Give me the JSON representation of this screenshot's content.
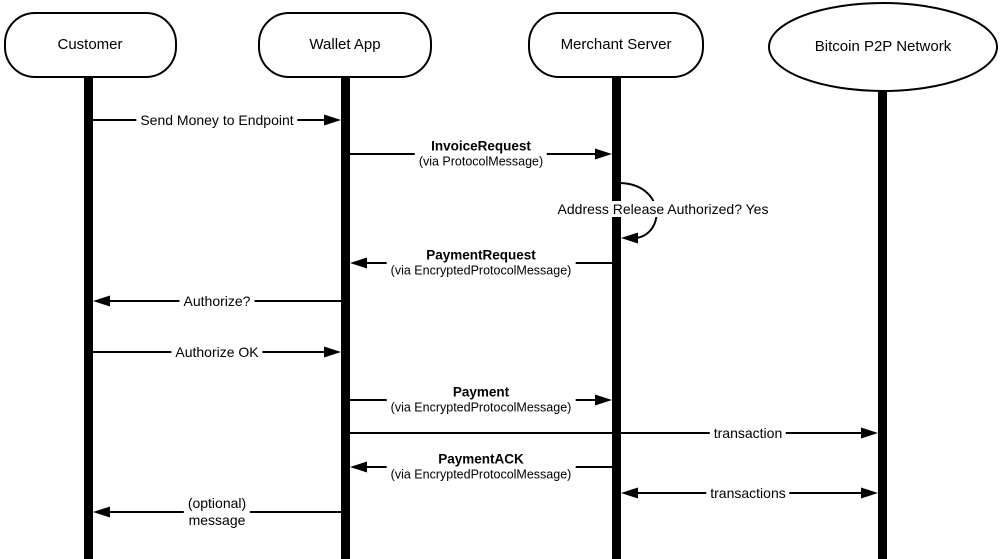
{
  "diagram": {
    "type": "uml-sequence-diagram",
    "background_color": "#ffffff",
    "line_color": "#000000"
  },
  "actors": [
    {
      "name": "Customer",
      "shape": "stadium"
    },
    {
      "name": "Wallet App",
      "shape": "stadium"
    },
    {
      "name": "Merchant Server",
      "shape": "stadium"
    },
    {
      "name": "Bitcoin P2P Network",
      "shape": "ellipse"
    }
  ],
  "messages": [
    {
      "label": "Send Money to Endpoint",
      "from": "Customer",
      "to": "Wallet App",
      "direction": "right"
    },
    {
      "title": "InvoiceRequest",
      "via": "(via ProtocolMessage)",
      "from": "Wallet App",
      "to": "Merchant Server",
      "direction": "right"
    },
    {
      "label": "Address Release Authorized? Yes",
      "from": "Merchant Server",
      "to": "Merchant Server",
      "type": "self-loop"
    },
    {
      "title": "PaymentRequest",
      "via": "(via EncryptedProtocolMessage)",
      "from": "Merchant Server",
      "to": "Wallet App",
      "direction": "left"
    },
    {
      "label": "Authorize?",
      "from": "Wallet App",
      "to": "Customer",
      "direction": "left"
    },
    {
      "label": "Authorize OK",
      "from": "Customer",
      "to": "Wallet App",
      "direction": "right"
    },
    {
      "title": "Payment",
      "via": "(via EncryptedProtocolMessage)",
      "from": "Wallet App",
      "to": "Merchant Server",
      "direction": "right"
    },
    {
      "label": "transaction",
      "from": "Wallet App",
      "to": "Bitcoin P2P Network",
      "direction": "right"
    },
    {
      "title": "PaymentACK",
      "via": "(via EncryptedProtocolMessage)",
      "from": "Merchant Server",
      "to": "Wallet App",
      "direction": "left"
    },
    {
      "label": "transactions",
      "from": "Merchant Server",
      "to": "Bitcoin P2P Network",
      "direction": "both"
    },
    {
      "line1": "(optional)",
      "line2": "message",
      "from": "Wallet App",
      "to": "Customer",
      "direction": "left"
    }
  ]
}
